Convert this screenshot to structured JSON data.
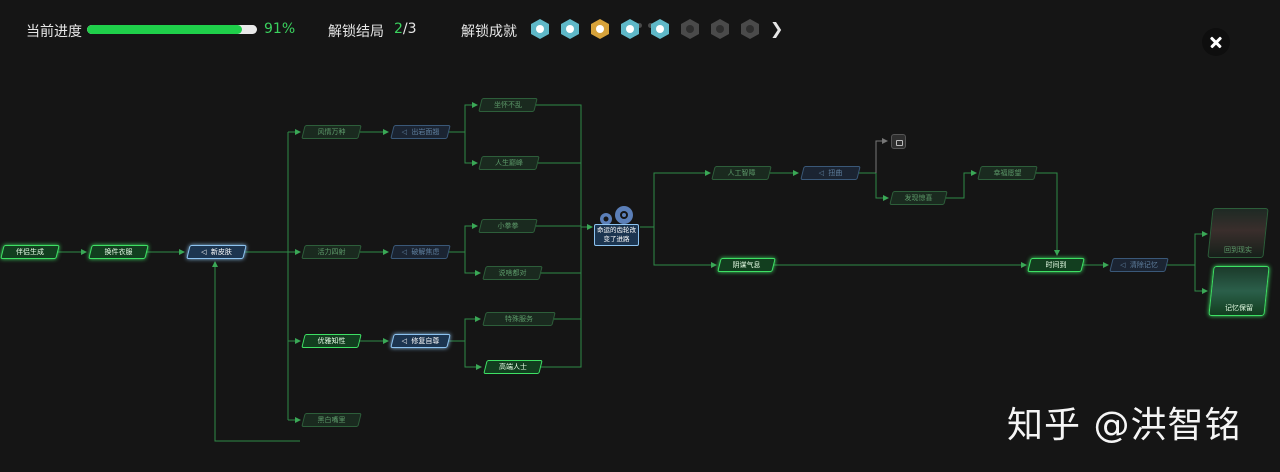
{
  "header": {
    "progress_label": "当前进度",
    "progress_value": 0.91,
    "progress_text": "91%",
    "endings_label": "解锁结局",
    "endings_current": "2",
    "endings_total": "/3",
    "achievements_label": "解锁成就",
    "achievements": [
      {
        "state": "unlocked",
        "color": "#5fb8c8"
      },
      {
        "state": "unlocked",
        "color": "#5fb8c8"
      },
      {
        "state": "unlocked",
        "color": "#d7a23a"
      },
      {
        "state": "unlocked",
        "color": "#5fb8c8"
      },
      {
        "state": "unlocked",
        "color": "#5fb8c8"
      },
      {
        "state": "locked",
        "color": "#4a4a4a"
      },
      {
        "state": "locked",
        "color": "#4a4a4a"
      },
      {
        "state": "locked",
        "color": "#4a4a4a"
      }
    ],
    "next_icon": "chevron-right-icon",
    "close_icon": "close-icon"
  },
  "nodes": {
    "n1": "伴侣生成",
    "n2": "换件衣服",
    "n3": "新皮肤",
    "a1": "风情万种",
    "a2": "活力四射",
    "a3": "优雅知性",
    "a4": "黑白嘴里",
    "b1": "出岩面翘",
    "b2": "破解焦虑",
    "b3": "修复自尊",
    "c1": "坐怀不乱",
    "c2": "人生巅峰",
    "c3": "小拳拳",
    "c4": "说啥都对",
    "c5": "特殊服务",
    "c6": "高端人士",
    "fate": "命运的齿轮改变了进路",
    "d1": "人工智障",
    "d2": "扭曲",
    "d3": "发现惊喜",
    "d4": "幸福愿望",
    "e1": "阴谋气息",
    "e2": "时间到",
    "e3": "清除记忆"
  },
  "endings": [
    {
      "label": "回到现实",
      "state": "dim"
    },
    {
      "label": "记忆保留",
      "state": "unlocked"
    }
  ],
  "colors": {
    "accent": "#3ee064",
    "dim": "#2d5e3a",
    "blue": "#8dc3f0",
    "bg": "#151515"
  },
  "watermark": "知乎 @洪智铭"
}
